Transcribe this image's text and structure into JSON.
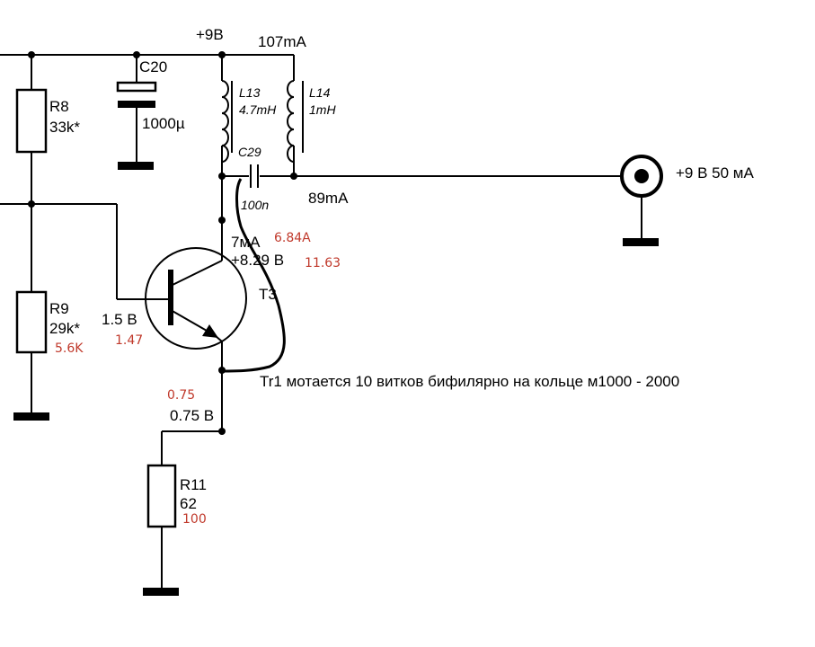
{
  "supply": {
    "label": "+9В",
    "current": "107mA"
  },
  "c20": {
    "name": "C20",
    "value": "1000µ"
  },
  "r8": {
    "name": "R8",
    "value": "33k*"
  },
  "r9": {
    "name": "R9",
    "value": "29k*",
    "alt_value": "5.6K"
  },
  "r11": {
    "name": "R11",
    "value": "62",
    "alt_value": "100"
  },
  "l13": {
    "name": "L13",
    "value": "4.7mH"
  },
  "l14": {
    "name": "L14",
    "value": "1mH"
  },
  "c29": {
    "name": "C29",
    "value": "100n"
  },
  "output": {
    "current": "89mA",
    "connector_label": "+9 В  50 мА"
  },
  "t3": {
    "name": "T3",
    "collector_current": "7мА",
    "collector_current_alt": "6.84A",
    "collector_voltage": "+8.29 В",
    "collector_voltage_alt": "11.63",
    "base_voltage": "1.5 В",
    "base_voltage_alt": "1.47"
  },
  "emitter": {
    "voltage": "0.75 В",
    "voltage_alt": "0.75"
  },
  "note": "Tr1 мотается 10 витков бифилярно  на кольце м1000 - 2000",
  "colors": {
    "ink": "#000000",
    "annotation_red": "#c0392b",
    "background": "#ffffff"
  }
}
